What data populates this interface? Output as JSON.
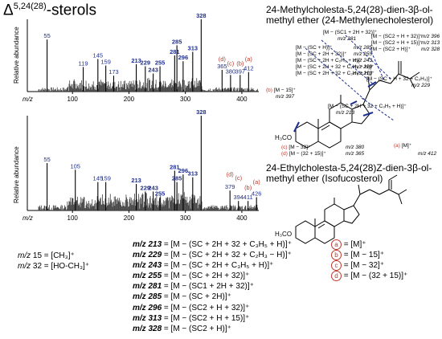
{
  "title": {
    "delta": "Δ",
    "sup": "5,24(28)",
    "rest": "-sterols"
  },
  "ylabel": "Relative abundance",
  "xaxis_label": "m/z",
  "chart_data": [
    {
      "type": "bar",
      "name": "24-Methylcholesta-5,24(28)-dien-3β-ol-methyl ether",
      "xlim": [
        20,
        430
      ],
      "x_ticks": [
        100,
        200,
        300,
        400
      ],
      "xlabel": "m/z",
      "ylabel": "Relative abundance",
      "peak_labels": [
        {
          "x": 55,
          "y": 0.72,
          "label": "55",
          "bold": false
        },
        {
          "x": 119,
          "y": 0.34,
          "label": "119",
          "bold": false
        },
        {
          "x": 145,
          "y": 0.45,
          "label": "145",
          "bold": false
        },
        {
          "x": 159,
          "y": 0.36,
          "label": "159",
          "bold": false
        },
        {
          "x": 173,
          "y": 0.22,
          "label": "173",
          "bold": false
        },
        {
          "x": 213,
          "y": 0.38,
          "label": "213",
          "bold": true
        },
        {
          "x": 229,
          "y": 0.35,
          "label": "229",
          "bold": true
        },
        {
          "x": 243,
          "y": 0.25,
          "label": "243",
          "bold": true
        },
        {
          "x": 255,
          "y": 0.35,
          "label": "255",
          "bold": true
        },
        {
          "x": 281,
          "y": 0.5,
          "label": "281",
          "bold": true
        },
        {
          "x": 285,
          "y": 0.64,
          "label": "285",
          "bold": true
        },
        {
          "x": 296,
          "y": 0.42,
          "label": "296",
          "bold": true
        },
        {
          "x": 313,
          "y": 0.55,
          "label": "313",
          "bold": true
        },
        {
          "x": 328,
          "y": 1.0,
          "label": "328",
          "bold": true
        },
        {
          "x": 365,
          "y": 0.3,
          "label": "365",
          "bold": false
        },
        {
          "x": 380,
          "y": 0.23,
          "label": "380",
          "bold": false
        },
        {
          "x": 397,
          "y": 0.23,
          "label": "397",
          "bold": false
        },
        {
          "x": 412,
          "y": 0.27,
          "label": "412",
          "bold": false
        }
      ],
      "markers": [
        "(d)",
        "(c)",
        "(b)",
        "(a)"
      ]
    },
    {
      "type": "bar",
      "name": "24-Ethylcholesta-5,24(28)Z-dien-3β-ol-methyl ether",
      "xlim": [
        20,
        430
      ],
      "x_ticks": [
        100,
        200,
        300,
        400
      ],
      "xlabel": "m/z",
      "ylabel": "Relative abundance",
      "peak_labels": [
        {
          "x": 55,
          "y": 0.5,
          "label": "55",
          "bold": false
        },
        {
          "x": 105,
          "y": 0.43,
          "label": "105",
          "bold": false
        },
        {
          "x": 145,
          "y": 0.3,
          "label": "145",
          "bold": false
        },
        {
          "x": 159,
          "y": 0.3,
          "label": "159",
          "bold": false
        },
        {
          "x": 213,
          "y": 0.28,
          "label": "213",
          "bold": true
        },
        {
          "x": 229,
          "y": 0.2,
          "label": "229",
          "bold": true
        },
        {
          "x": 243,
          "y": 0.2,
          "label": "243",
          "bold": true
        },
        {
          "x": 255,
          "y": 0.14,
          "label": "255",
          "bold": true
        },
        {
          "x": 281,
          "y": 0.42,
          "label": "281",
          "bold": true
        },
        {
          "x": 285,
          "y": 0.3,
          "label": "285",
          "bold": true
        },
        {
          "x": 296,
          "y": 0.38,
          "label": "296",
          "bold": true
        },
        {
          "x": 313,
          "y": 0.35,
          "label": "313",
          "bold": true
        },
        {
          "x": 328,
          "y": 1.0,
          "label": "328",
          "bold": true
        },
        {
          "x": 379,
          "y": 0.21,
          "label": "379",
          "bold": false
        },
        {
          "x": 394,
          "y": 0.1,
          "label": "394",
          "bold": false
        },
        {
          "x": 411,
          "y": 0.1,
          "label": "411",
          "bold": false
        },
        {
          "x": 426,
          "y": 0.14,
          "label": "426",
          "bold": false
        }
      ],
      "markers": [
        "(d)",
        "(c)",
        "(b)",
        "(a)"
      ]
    }
  ],
  "structure1": {
    "title_line1": "24-Methylcholesta-5,24(28)-dien-3β-ol-",
    "title_line2": "methyl ether (24-Methylenecholesterol)",
    "frag_top": "[M − (SC1 + 2H + 32)]⁺",
    "frag_top_mz": "m/z 281",
    "left_frags": [
      "[M − (SC + H)]⁺",
      "[M − (SC + 2H + 32)]⁺",
      "[M − (SC + 2H + C₂H₅ + H)]⁺",
      "[M − (SC + 2H + 32 + C₂H₅ − H)]⁺",
      "[M − (SC + 2H + 32 + C₃H₅ + H)]⁺"
    ],
    "left_mz": [
      "m/z 285",
      "m/z 255",
      "m/z 243",
      "m/z 229",
      "m/z 213"
    ],
    "right_frags": [
      "[M − (SC2 + H + 32)]⁺",
      "[M − (SC2 + H + 15)]⁺",
      "[M − (SC2 + H)]⁺"
    ],
    "right_mz": [
      "m/z 396",
      "m/z 313",
      "m/z 328"
    ],
    "side_frag": "[M − (SC + H + 32 + C₂H₃)]⁺",
    "side_mz": "m/z 229",
    "b_label": "[M − 15]⁺",
    "b_mz": "m/z 397",
    "ring_frag": "[M − (SC + 2H + 32 + C₃H₅ + H)]⁺",
    "ring_mz": "m/z 213",
    "c_label": "[M − 32]⁺",
    "c_mz": "m/z 380",
    "d_label": "[M − (32 + 15)]⁺",
    "d_mz": "m/z 365",
    "a_label": "[M]⁺",
    "a_mz": "m/z 412",
    "meo": "H₃CO"
  },
  "structure2": {
    "title_line1": "24-Ethylcholesta-5,24(28)Z-dien-3β-ol-",
    "title_line2": "methyl ether (Isofucosterol)",
    "meo": "H₃CO"
  },
  "legend_left": [
    {
      "mz": "m/z",
      "val": "15 = [CH₃]⁺"
    },
    {
      "mz": "m/z",
      "val": "32 = [HO-CH₃]⁺"
    }
  ],
  "legend_mid": [
    {
      "mz": "m/z 213",
      "eq": "= [M − (SC + 2H + 32 + C₃H₅ + H)]⁺"
    },
    {
      "mz": "m/z 229",
      "eq": "= [M − (SC + 2H + 32 + C₂H₃ − H)]⁺"
    },
    {
      "mz": "m/z 243",
      "eq": "= [M − (SC + 2H + C₃H₅ + H)]⁺"
    },
    {
      "mz": "m/z 255",
      "eq": "= [M − (SC + 2H + 32)]⁺"
    },
    {
      "mz": "m/z 281",
      "eq": "= [M − (SC1 + 2H + 32)]⁺"
    },
    {
      "mz": "m/z 285",
      "eq": "= [M − (SC + 2H)]⁺"
    },
    {
      "mz": "m/z 296",
      "eq": "= [M − (SC2 + H + 32)]⁺"
    },
    {
      "mz": "m/z 313",
      "eq": "= [M − (SC2 + H + 15)]⁺"
    },
    {
      "mz": "m/z 328",
      "eq": "= [M − (SC2 + H)]⁺"
    }
  ],
  "legend_right": [
    {
      "key": "a",
      "eq": "= [M]⁺"
    },
    {
      "key": "b",
      "eq": "= [M − 15]⁺"
    },
    {
      "key": "c",
      "eq": "= [M − 32]⁺"
    },
    {
      "key": "d",
      "eq": "= [M − (32 + 15)]⁺"
    }
  ],
  "colors": {
    "label_blue": "#1f2f8f",
    "marker_red": "#c0392b",
    "bars": "#000000"
  }
}
